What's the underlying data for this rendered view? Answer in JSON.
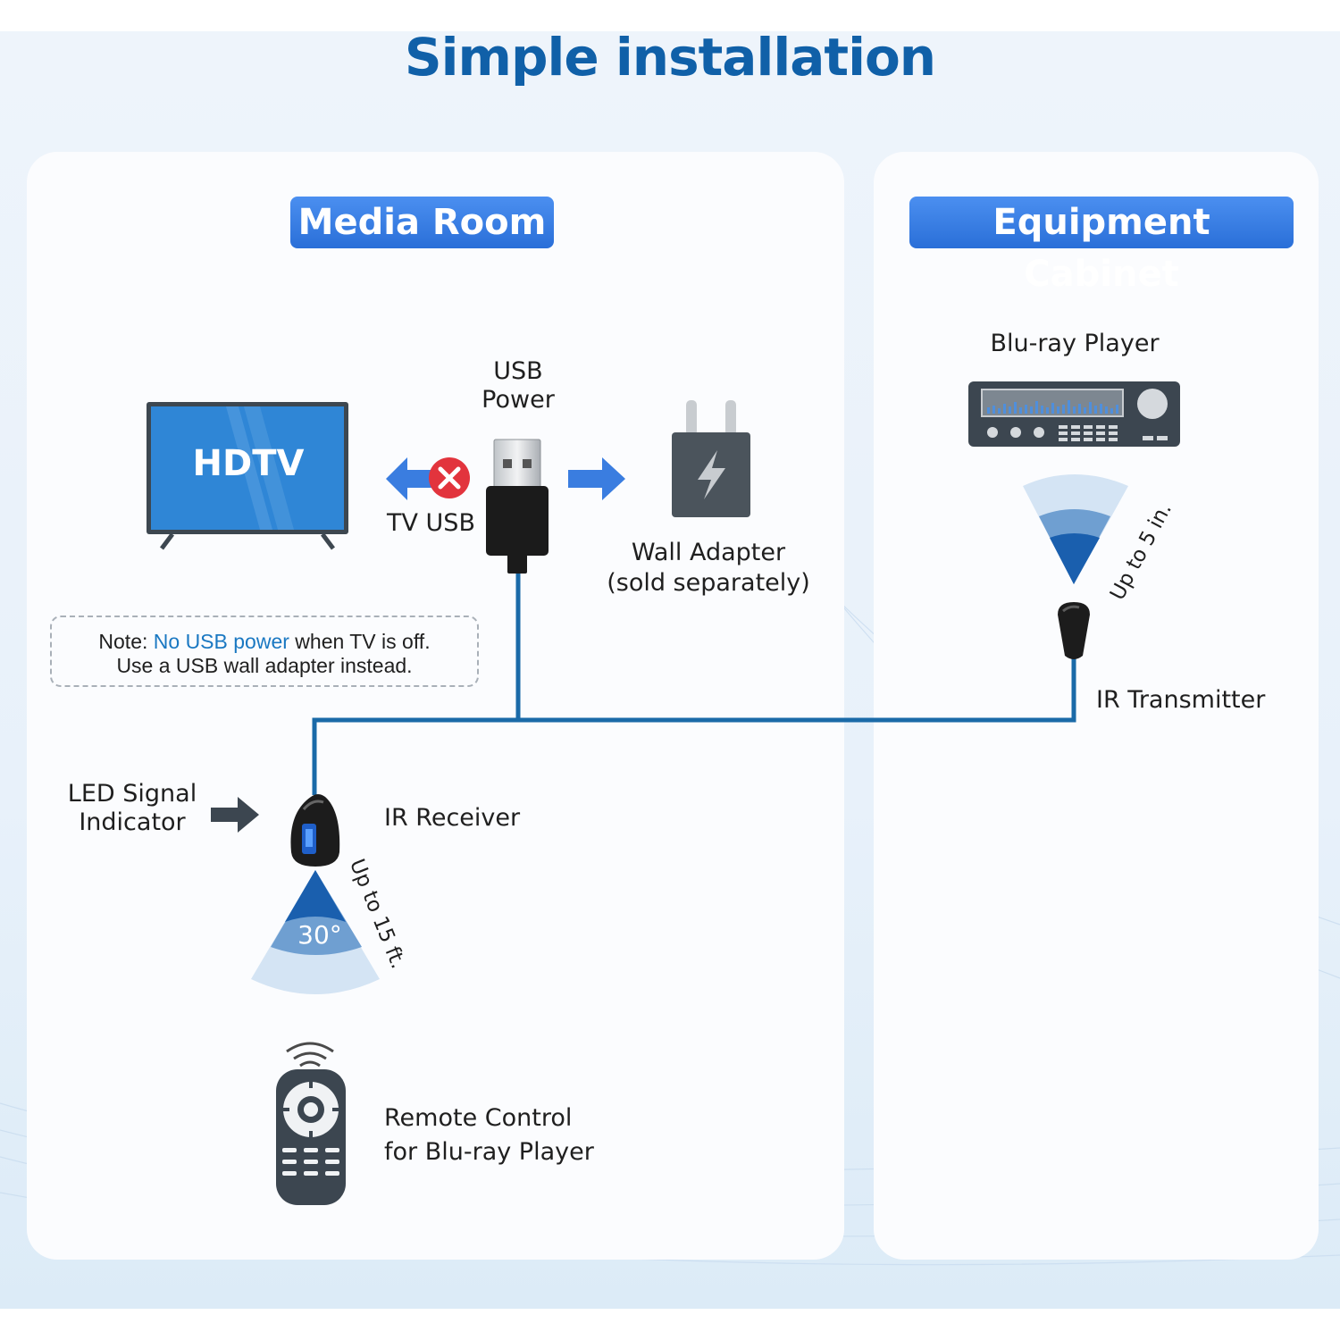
{
  "title": "Simple installation",
  "panels": {
    "left_header": "Media Room",
    "right_header": "Equipment Cabinet"
  },
  "devices": {
    "tv_label": "HDTV",
    "usb_power": [
      "USB",
      "Power"
    ],
    "tv_usb": "TV USB",
    "wall_adapter": [
      "Wall Adapter",
      "(sold separately)"
    ],
    "bluray": "Blu-ray Player",
    "ir_transmitter": "IR Transmitter",
    "transmitter_range": "Up to 5 in.",
    "led_indicator": [
      "LED Signal",
      "Indicator"
    ],
    "ir_receiver": "IR Receiver",
    "receiver_range": "Up to 15 ft.",
    "receiver_angle": "30°",
    "remote": [
      "Remote Control",
      "for Blu-ray Player"
    ]
  },
  "note": {
    "prefix": "Note: ",
    "highlight": "No USB power",
    "suffix": " when TV is off.",
    "line2": "Use a USB wall adapter instead."
  },
  "colors": {
    "title": "#1060a8",
    "cable": "#1a6aa8",
    "pill": "#2a6fd8",
    "tv_screen": "#2f86d6",
    "error": "#e2343d",
    "device_dark": "#3c4650"
  }
}
